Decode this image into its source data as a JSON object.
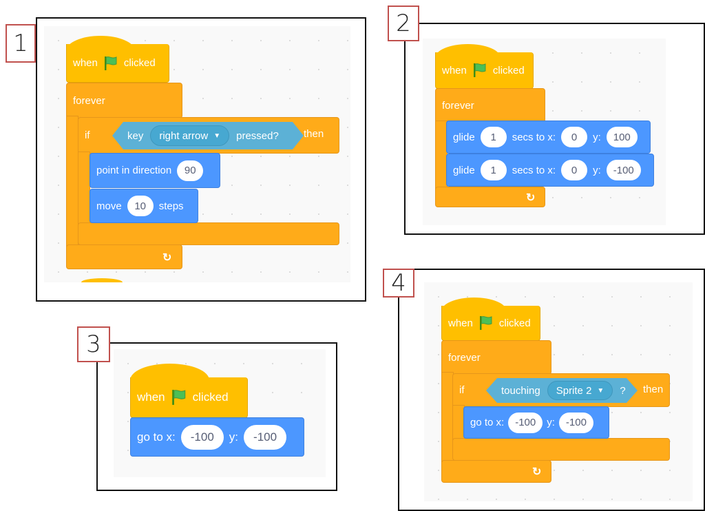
{
  "panels": [
    {
      "label": "1",
      "hat": {
        "when": "when",
        "clicked": "clicked"
      },
      "forever": "forever",
      "if": {
        "if": "if",
        "then": "then",
        "key": "key",
        "key_value": "right arrow",
        "pressed": "pressed?"
      },
      "point": {
        "label": "point in direction",
        "value": "90"
      },
      "move": {
        "label": "move",
        "value": "10",
        "steps": "steps"
      }
    },
    {
      "label": "2",
      "hat": {
        "when": "when",
        "clicked": "clicked"
      },
      "forever": "forever",
      "glide1": {
        "glide": "glide",
        "secs": "1",
        "secs_to_x": "secs to x:",
        "x": "0",
        "y_label": "y:",
        "y": "100"
      },
      "glide2": {
        "glide": "glide",
        "secs": "1",
        "secs_to_x": "secs to x:",
        "x": "0",
        "y_label": "y:",
        "y": "-100"
      }
    },
    {
      "label": "3",
      "hat": {
        "when": "when",
        "clicked": "clicked"
      },
      "goto": {
        "label": "go to x:",
        "x": "-100",
        "y_label": "y:",
        "y": "-100"
      }
    },
    {
      "label": "4",
      "hat": {
        "when": "when",
        "clicked": "clicked"
      },
      "forever": "forever",
      "if": {
        "if": "if",
        "then": "then",
        "touching": "touching",
        "target": "Sprite 2",
        "q": "?"
      },
      "goto": {
        "label": "go to x:",
        "x": "-100",
        "y_label": "y:",
        "y": "-100"
      }
    }
  ],
  "icons": {
    "flag": "green-flag-icon",
    "loop": "loop-arrow-icon",
    "dropdown": "dropdown-caret-icon"
  },
  "colors": {
    "events": "#ffbf00",
    "control": "#ffab19",
    "motion": "#4c97ff",
    "sensing": "#5cb1d6"
  }
}
